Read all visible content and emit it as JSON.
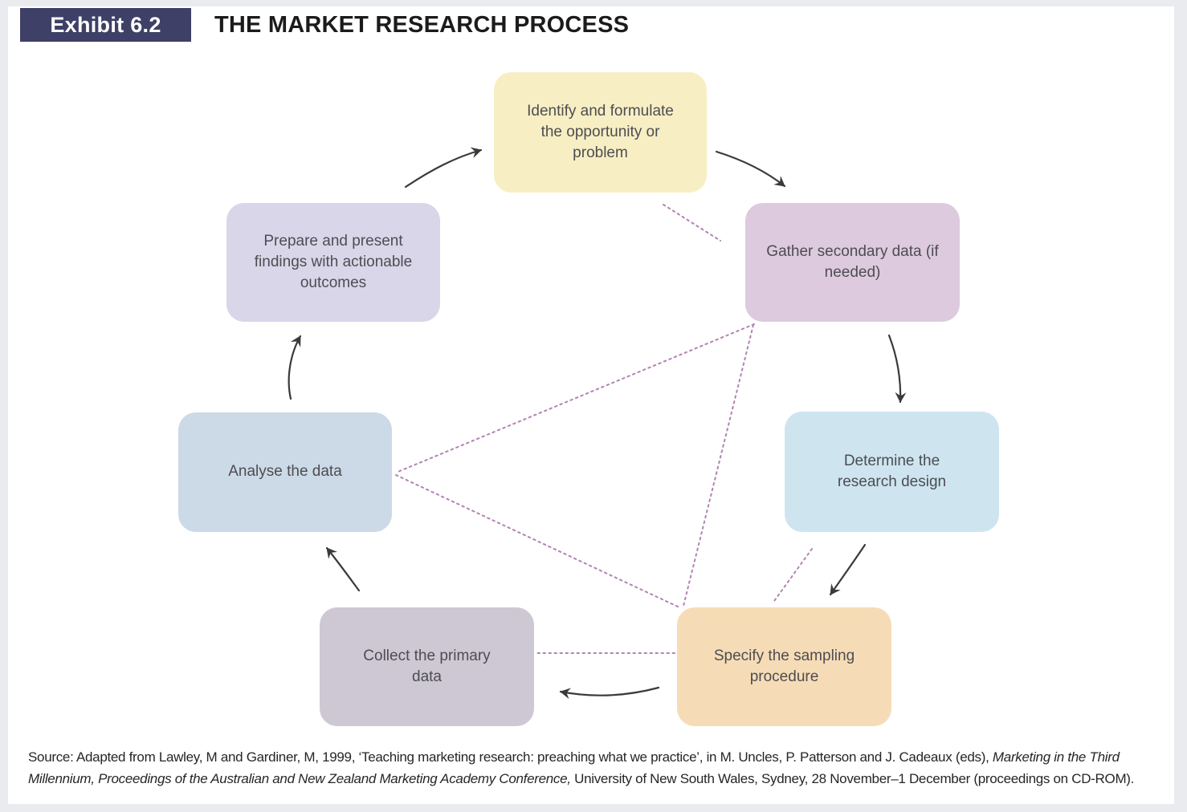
{
  "header": {
    "exhibit_label": "Exhibit 6.2",
    "title": "THE MARKET RESEARCH PROCESS"
  },
  "colors": {
    "exhibit_badge_bg": "#3e4067",
    "page_bg": "#ffffff",
    "canvas_bg": "#e9ebee",
    "arrow": "#3a3a3a",
    "dotted_line": "#b283b3",
    "node_text": "#4d4d52"
  },
  "nodes": [
    {
      "id": "identify",
      "label": "Identify and formulate the opportunity or problem",
      "fill": "#f7eec3"
    },
    {
      "id": "gather",
      "label": "Gather secondary data (if needed)",
      "fill": "#ddcade"
    },
    {
      "id": "determine",
      "label": "Determine the research design",
      "fill": "#cee5f0"
    },
    {
      "id": "specify",
      "label": "Specify the sampling procedure",
      "fill": "#f6dcb6"
    },
    {
      "id": "collect",
      "label": "Collect the primary data",
      "fill": "#cdc8d4"
    },
    {
      "id": "analyse",
      "label": "Analyse the data",
      "fill": "#ccd9e6"
    },
    {
      "id": "prepare",
      "label": "Prepare and present findings with actionable outcomes",
      "fill": "#d9d6e9"
    }
  ],
  "connections": {
    "solid_arrows": [
      {
        "from": "prepare",
        "to": "identify"
      },
      {
        "from": "identify",
        "to": "gather"
      },
      {
        "from": "gather",
        "to": "determine"
      },
      {
        "from": "determine",
        "to": "specify"
      },
      {
        "from": "specify",
        "to": "collect"
      },
      {
        "from": "collect",
        "to": "analyse"
      },
      {
        "from": "analyse",
        "to": "prepare"
      }
    ],
    "dotted_links": [
      {
        "from": "identify",
        "to": "gather"
      },
      {
        "from": "gather",
        "to": "analyse"
      },
      {
        "from": "gather",
        "to": "specify"
      },
      {
        "from": "analyse",
        "to": "specify"
      },
      {
        "from": "determine",
        "to": "specify"
      },
      {
        "from": "specify",
        "to": "collect"
      }
    ]
  },
  "source": {
    "segments": [
      {
        "text": "Source: Adapted from Lawley, M and Gardiner, M, 1999, ‘Teaching marketing research: preaching what we practice’, in M. Uncles, P. Patterson and J. Cadeaux (eds), ",
        "italic": false
      },
      {
        "text": "Marketing in the Third Millennium, Proceedings of the Australian and New Zealand Marketing Academy Conference,",
        "italic": true
      },
      {
        "text": " University of New South Wales, Sydney, 28 November–1 December (proceedings on CD-ROM).",
        "italic": false
      }
    ]
  }
}
